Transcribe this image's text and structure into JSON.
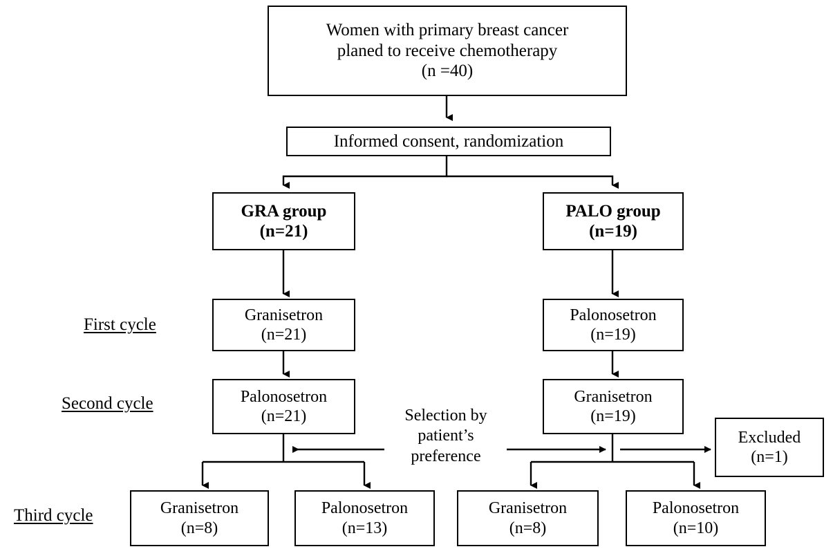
{
  "diagram": {
    "title": "CONSORT-style participant flow diagram",
    "background_color": "#ffffff",
    "line_color": "#000000",
    "text_color": "#000000"
  },
  "nodes": {
    "enrollment": {
      "line1": "Women with primary breast cancer",
      "line2": "planed to receive chemotherapy",
      "line3": "(n =40)"
    },
    "consent": {
      "line1": "Informed consent, randomization"
    },
    "gra_group": {
      "line1": "GRA group",
      "line2": "(n=21)"
    },
    "palo_group": {
      "line1": "PALO group",
      "line2": "(n=19)"
    },
    "gra_first_cycle": {
      "line1": "Granisetron",
      "line2": "(n=21)"
    },
    "palo_first_cycle": {
      "line1": "Palonosetron",
      "line2": "(n=19)"
    },
    "gra_second_cycle": {
      "line1": "Palonosetron",
      "line2": "(n=21)"
    },
    "palo_second_cycle": {
      "line1": "Granisetron",
      "line2": "(n=19)"
    },
    "excluded": {
      "line1": "Excluded",
      "line2": "(n=1)"
    },
    "third_gra_left": {
      "line1": "Granisetron",
      "line2": "(n=8)"
    },
    "third_palo_left": {
      "line1": "Palonosetron",
      "line2": "(n=13)"
    },
    "third_gra_right": {
      "line1": "Granisetron",
      "line2": "(n=8)"
    },
    "third_palo_right": {
      "line1": "Palonosetron",
      "line2": "(n=10)"
    }
  },
  "cycle_labels": {
    "first": "First cycle",
    "second": "Second cycle",
    "third": "Third cycle"
  },
  "annotations": {
    "selection": {
      "line1": "Selection by",
      "line2": "patient’s",
      "line3": "preference"
    }
  },
  "chart_data": {
    "type": "diagram",
    "title": "Participant flow diagram",
    "counts": {
      "enrolled": 40,
      "gra_group": 21,
      "palo_group": 19,
      "gra_first_cycle_granisetron": 21,
      "palo_first_cycle_palonosetron": 19,
      "gra_second_cycle_palonosetron": 21,
      "palo_second_cycle_granisetron": 19,
      "excluded": 1,
      "third_cycle_gra_arm_granisetron": 8,
      "third_cycle_gra_arm_palonosetron": 13,
      "third_cycle_palo_arm_granisetron": 8,
      "third_cycle_palo_arm_palonosetron": 10
    }
  }
}
